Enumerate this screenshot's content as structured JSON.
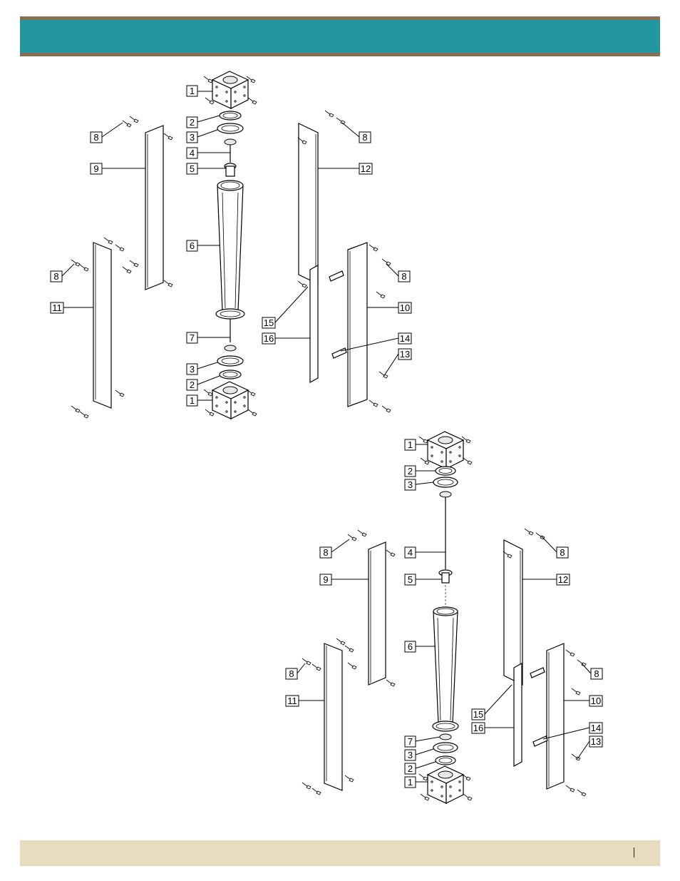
{
  "page": {
    "number": ""
  },
  "colors": {
    "header": "#23979f",
    "header_border": "#8b6d52",
    "footer": "#e8dcc0"
  },
  "diagram": {
    "assembly_a": {
      "callouts": [
        {
          "label": "1"
        },
        {
          "label": "2"
        },
        {
          "label": "3"
        },
        {
          "label": "4"
        },
        {
          "label": "5"
        },
        {
          "label": "6"
        },
        {
          "label": "7"
        },
        {
          "label": "3"
        },
        {
          "label": "2"
        },
        {
          "label": "1"
        },
        {
          "label": "8"
        },
        {
          "label": "9"
        },
        {
          "label": "8"
        },
        {
          "label": "11"
        },
        {
          "label": "8"
        },
        {
          "label": "12"
        },
        {
          "label": "8"
        },
        {
          "label": "10"
        },
        {
          "label": "15"
        },
        {
          "label": "16"
        },
        {
          "label": "14"
        },
        {
          "label": "13"
        }
      ]
    },
    "assembly_b": {
      "callouts": [
        {
          "label": "1"
        },
        {
          "label": "2"
        },
        {
          "label": "3"
        },
        {
          "label": "4"
        },
        {
          "label": "5"
        },
        {
          "label": "6"
        },
        {
          "label": "7"
        },
        {
          "label": "3"
        },
        {
          "label": "2"
        },
        {
          "label": "1"
        },
        {
          "label": "8"
        },
        {
          "label": "9"
        },
        {
          "label": "8"
        },
        {
          "label": "11"
        },
        {
          "label": "8"
        },
        {
          "label": "12"
        },
        {
          "label": "8"
        },
        {
          "label": "10"
        },
        {
          "label": "15"
        },
        {
          "label": "16"
        },
        {
          "label": "14"
        },
        {
          "label": "13"
        }
      ]
    }
  }
}
